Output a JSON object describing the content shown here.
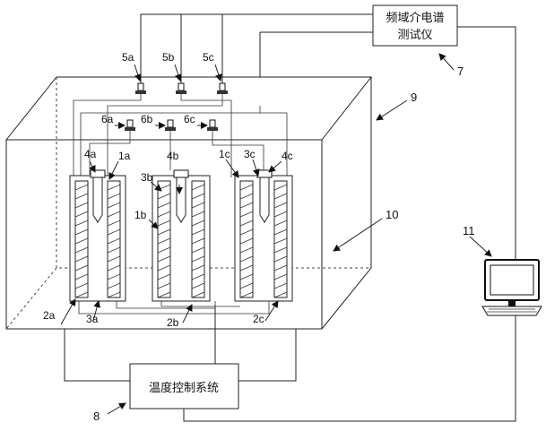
{
  "analyzer": {
    "line1": "频域介电谱",
    "line2": "测试仪"
  },
  "controller": {
    "label": "温度控制系统"
  },
  "labels": {
    "l5a": "5a",
    "l5b": "5b",
    "l5c": "5c",
    "l6a": "6a",
    "l6b": "6b",
    "l6c": "6c",
    "l4a": "4a",
    "l1a": "1a",
    "l3b": "3b",
    "l4b": "4b",
    "l1b": "1b",
    "l1c": "1c",
    "l3c": "3c",
    "l4c": "4c",
    "l2a": "2a",
    "l3a": "3a",
    "l2b": "2b",
    "l2c": "2c",
    "l7": "7",
    "l8": "8",
    "l9": "9",
    "l10": "10",
    "l11": "11"
  }
}
